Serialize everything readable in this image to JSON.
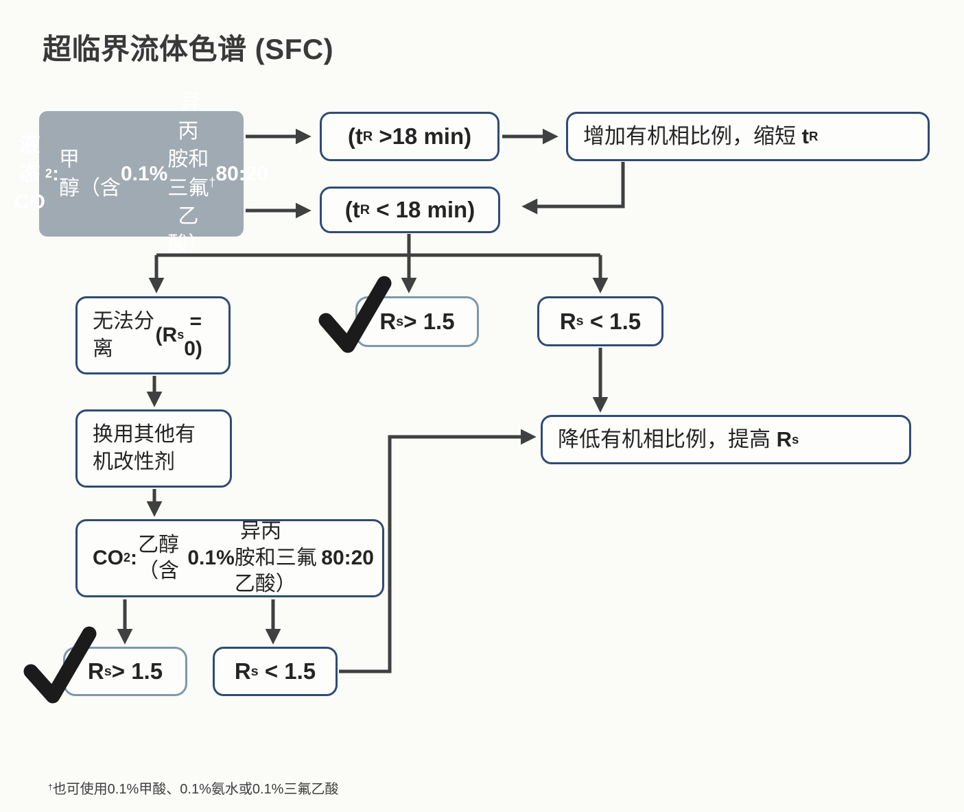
{
  "title": "超临界流体色谱 (SFC)",
  "colors": {
    "background": "#FBFBF8",
    "box_bg": "#FDFDFC",
    "box_border_dark": "#2E4B74",
    "box_border_light": "#7C98A8",
    "gray_box_bg": "#A0AAB3",
    "arrow": "#3F4040",
    "checkmark": "#1B1B1B",
    "title_color": "#393939"
  },
  "icons": {
    "checkmark": "✔"
  },
  "nodes": {
    "start": {
      "parts": [
        {
          "t": "液态CO",
          "b": true
        },
        {
          "t": "2",
          "b": true,
          "sub": true
        },
        {
          "t": ": ",
          "b": true
        },
        {
          "t": "甲醇"
        },
        {
          "t": "\n（含 "
        },
        {
          "t": "0.1%",
          "b": true
        },
        {
          "t": " 异丙\n胺和三氟乙酸）"
        },
        {
          "t": " †",
          "sup": true
        },
        {
          "t": "\n"
        },
        {
          "t": "80:20",
          "b": true
        }
      ]
    },
    "tr_gt_18": {
      "parts": [
        {
          "t": "(t",
          "b": true
        },
        {
          "t": "R",
          "b": true,
          "sub": true
        },
        {
          "t": " >18 min)",
          "b": true
        }
      ]
    },
    "increase_organic": {
      "parts": [
        {
          "t": "增加有机相比例，缩短 "
        },
        {
          "t": "t",
          "b": true
        },
        {
          "t": "R",
          "b": true,
          "sub": true
        }
      ]
    },
    "tr_lt_18": {
      "parts": [
        {
          "t": "(t",
          "b": true
        },
        {
          "t": "R",
          "b": true,
          "sub": true
        },
        {
          "t": " < 18 min)",
          "b": true
        }
      ]
    },
    "no_separation": {
      "parts": [
        {
          "t": "无法分离\n"
        },
        {
          "t": "(R",
          "b": true
        },
        {
          "t": "s",
          "b": true,
          "sub": true
        },
        {
          "t": " =  0)",
          "b": true
        }
      ]
    },
    "rs_ge_15_mid": {
      "parts": [
        {
          "t": "R",
          "b": true
        },
        {
          "t": "s",
          "b": true,
          "sub": true
        },
        {
          "t": "> 1.5",
          "b": true
        }
      ]
    },
    "rs_lt_15_upper": {
      "parts": [
        {
          "t": "R",
          "b": true
        },
        {
          "t": "s",
          "b": true,
          "sub": true
        },
        {
          "t": " < 1.5",
          "b": true
        }
      ]
    },
    "change_modifier": {
      "parts": [
        {
          "t": "换用其他有\n机改性剂"
        }
      ]
    },
    "decrease_organic": {
      "parts": [
        {
          "t": "降低有机相比例，提高 "
        },
        {
          "t": "R",
          "b": true
        },
        {
          "t": "s",
          "b": true,
          "sub": true
        }
      ]
    },
    "co2_ethanol": {
      "parts": [
        {
          "t": "CO",
          "b": true
        },
        {
          "t": "2",
          "b": true,
          "sub": true
        },
        {
          "t": ": ",
          "b": true
        },
        {
          "t": "乙醇（含"
        },
        {
          "t": "0.1%",
          "b": true
        },
        {
          "t": " 异丙\n胺和三氟乙酸）"
        },
        {
          "t": "80:20",
          "b": true
        }
      ]
    },
    "rs_ge_15_bottom": {
      "parts": [
        {
          "t": "R",
          "b": true
        },
        {
          "t": "s",
          "b": true,
          "sub": true
        },
        {
          "t": "> 1.5",
          "b": true
        }
      ]
    },
    "rs_lt_15_bottom": {
      "parts": [
        {
          "t": "R",
          "b": true
        },
        {
          "t": "s",
          "b": true,
          "sub": true
        },
        {
          "t": " < 1.5",
          "b": true
        }
      ]
    }
  },
  "footnote": {
    "parts": [
      {
        "t": "†",
        "sup": true
      },
      {
        "t": "也可使用0.1%甲酸、0.1%氨水或0.1%三氟乙酸"
      }
    ]
  }
}
